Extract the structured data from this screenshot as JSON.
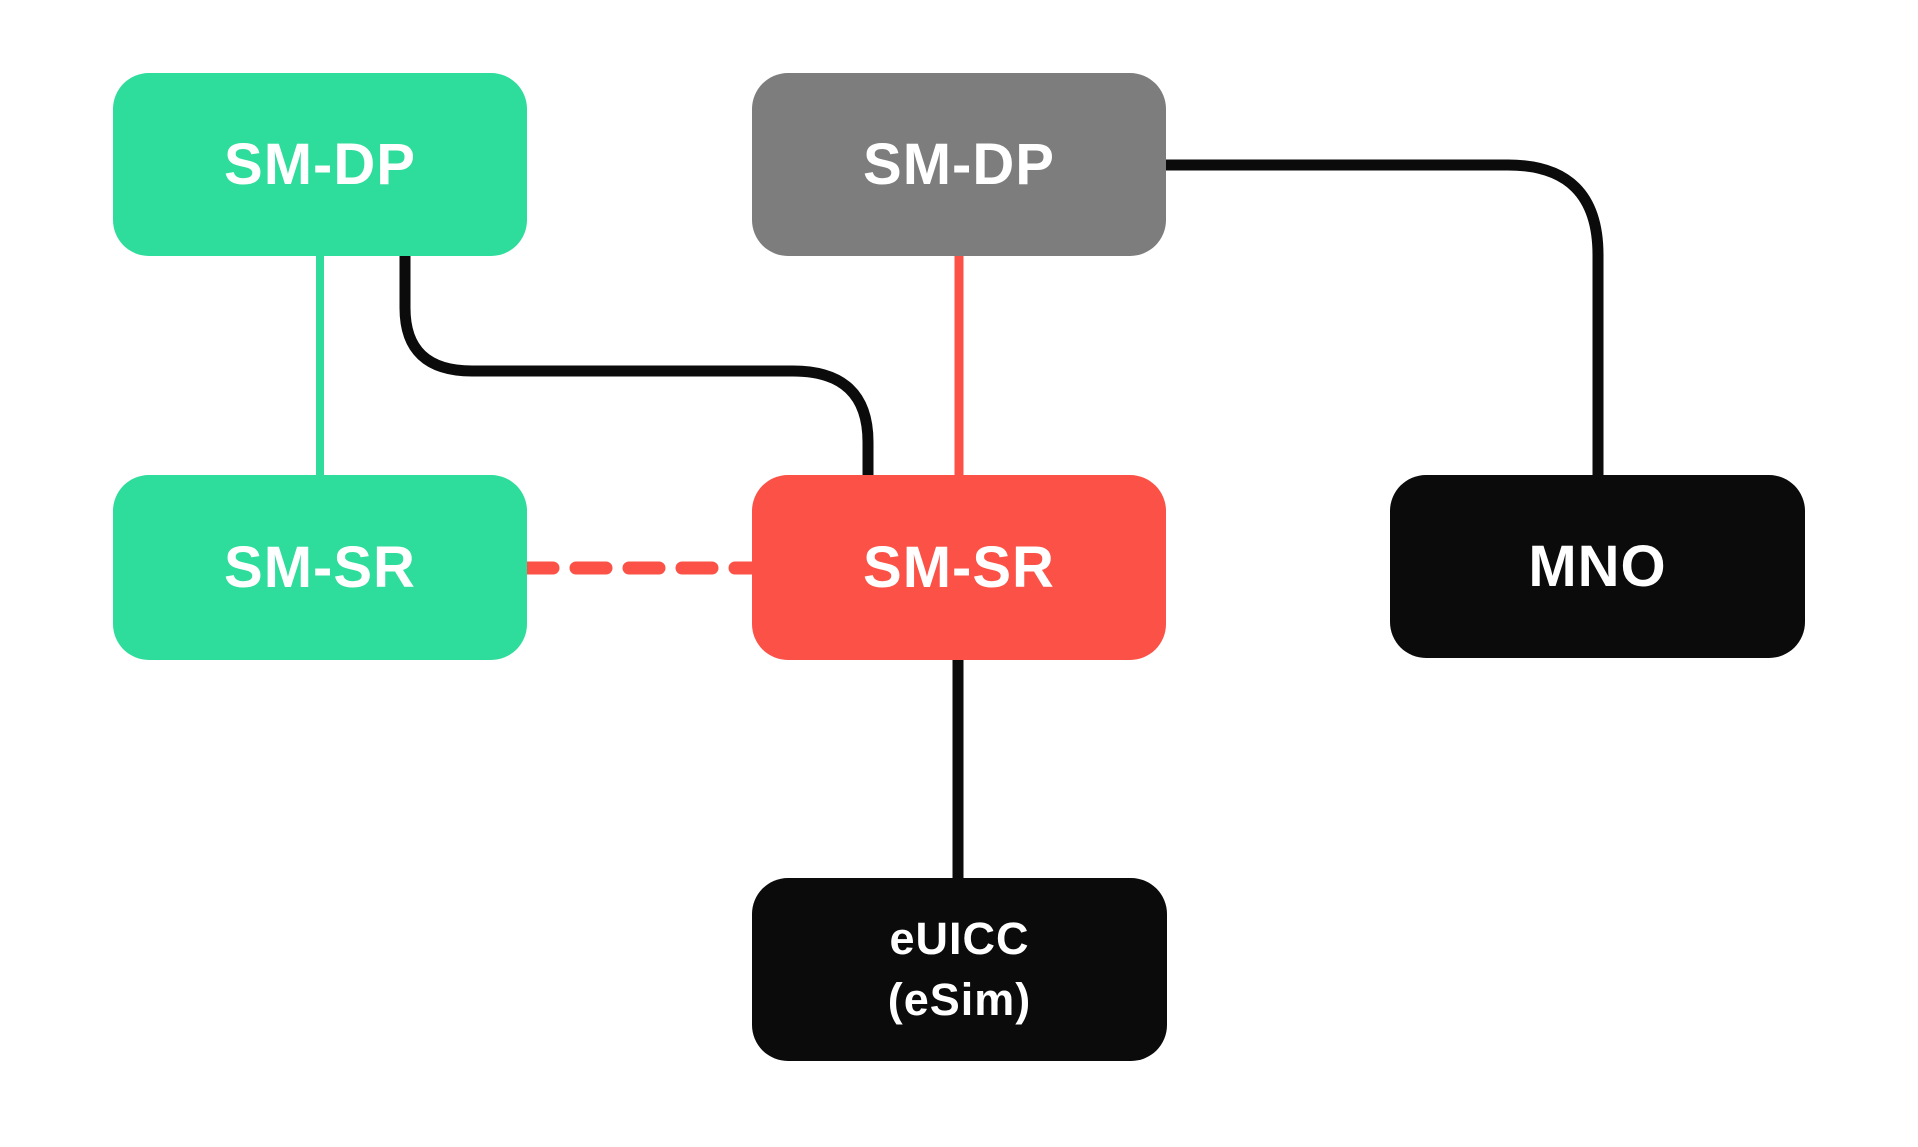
{
  "diagram": {
    "background": "#ffffff",
    "colors": {
      "green": "#2EDC9B",
      "red": "#FB5146",
      "gray": "#7D7D7D",
      "black": "#0B0B0B",
      "label_text": "#ffffff"
    },
    "nodes": [
      {
        "id": "sm-dp-green",
        "label": "SM-DP",
        "color": "green"
      },
      {
        "id": "sm-dp-gray",
        "label": "SM-DP",
        "color": "gray"
      },
      {
        "id": "sm-sr-green",
        "label": "SM-SR",
        "color": "green"
      },
      {
        "id": "sm-sr-red",
        "label": "SM-SR",
        "color": "red"
      },
      {
        "id": "mno",
        "label": "MNO",
        "color": "black"
      },
      {
        "id": "euicc",
        "label": "eUICC",
        "label_line2": "(eSim)",
        "color": "black"
      }
    ],
    "edges": [
      {
        "from": "sm-dp-green",
        "to": "sm-sr-green",
        "style": "solid",
        "color": "green"
      },
      {
        "from": "sm-dp-green",
        "to": "sm-sr-red",
        "style": "solid",
        "color": "black"
      },
      {
        "from": "sm-dp-gray",
        "to": "sm-sr-red",
        "style": "solid",
        "color": "red"
      },
      {
        "from": "sm-dp-gray",
        "to": "mno",
        "style": "solid",
        "color": "black"
      },
      {
        "from": "sm-sr-green",
        "to": "sm-sr-red",
        "style": "dashed",
        "color": "red"
      },
      {
        "from": "sm-sr-red",
        "to": "euicc",
        "style": "solid",
        "color": "black"
      }
    ]
  }
}
